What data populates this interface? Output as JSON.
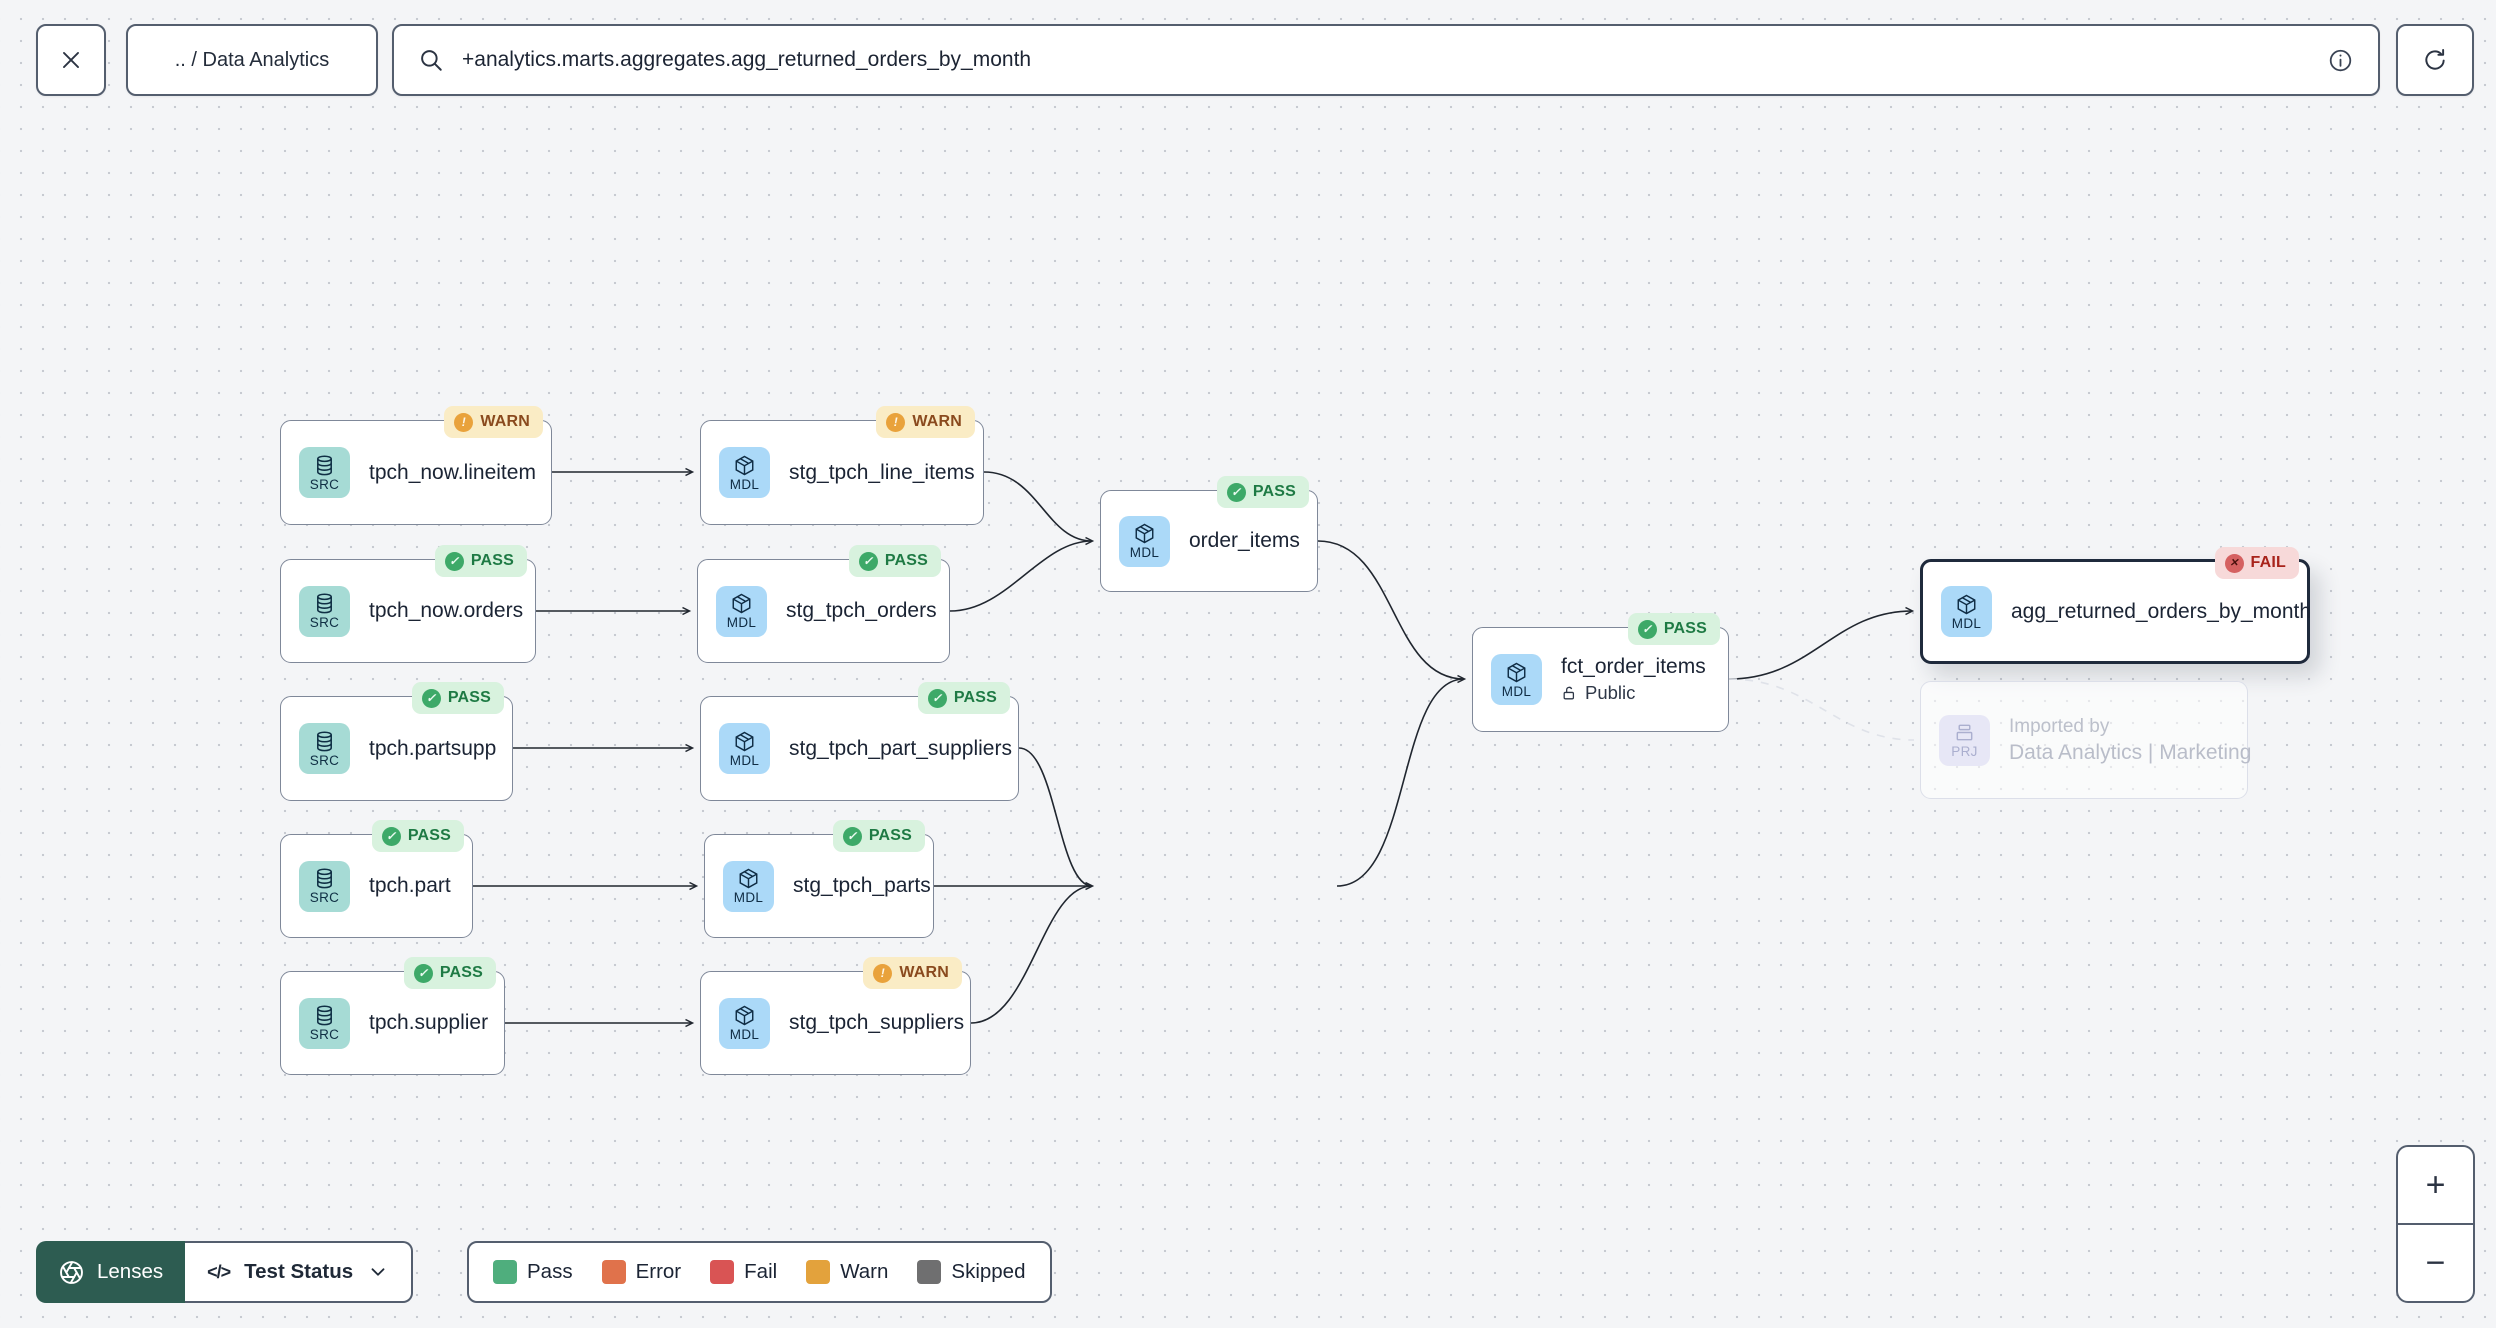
{
  "topbar": {
    "breadcrumb": ".. / Data Analytics",
    "search_value": "+analytics.marts.aggregates.agg_returned_orders_by_month"
  },
  "graph": {
    "nodes": [
      {
        "kind": "SRC",
        "label": "tpch_now.lineitem",
        "status": "WARN",
        "icon": "database"
      },
      {
        "kind": "MDL",
        "label": "stg_tpch_line_items",
        "status": "WARN",
        "icon": "cube"
      },
      {
        "kind": "SRC",
        "label": "tpch_now.orders",
        "status": "PASS",
        "icon": "database"
      },
      {
        "kind": "MDL",
        "label": "stg_tpch_orders",
        "status": "PASS",
        "icon": "cube"
      },
      {
        "kind": "SRC",
        "label": "tpch.partsupp",
        "status": "PASS",
        "icon": "database"
      },
      {
        "kind": "MDL",
        "label": "stg_tpch_part_suppliers",
        "status": "PASS",
        "icon": "cube"
      },
      {
        "kind": "SRC",
        "label": "tpch.part",
        "status": "PASS",
        "icon": "database"
      },
      {
        "kind": "MDL",
        "label": "stg_tpch_parts",
        "status": "PASS",
        "icon": "cube"
      },
      {
        "kind": "SRC",
        "label": "tpch.supplier",
        "status": "PASS",
        "icon": "database"
      },
      {
        "kind": "MDL",
        "label": "stg_tpch_suppliers",
        "status": "WARN",
        "icon": "cube"
      },
      {
        "kind": "MDL",
        "label": "order_items",
        "status": "PASS",
        "icon": "cube"
      },
      {
        "kind": "MDL",
        "label": "fct_order_items",
        "status": "PASS",
        "access": "Public",
        "icon": "cube"
      },
      {
        "kind": "MDL",
        "label": "agg_returned_orders_by_month",
        "status": "FAIL",
        "selected": true,
        "icon": "cube"
      },
      {
        "kind": "PRJ",
        "label": "Imported by",
        "sublabel": "Data Analytics | Marketing",
        "icon": "project",
        "faded": true
      }
    ]
  },
  "toolbar": {
    "lenses_label": "Lenses",
    "code_glyph": "</>",
    "lens_selected": "Test Status"
  },
  "legend": {
    "items": [
      {
        "label": "Pass",
        "color": "#4fae7d"
      },
      {
        "label": "Error",
        "color": "#e0724b"
      },
      {
        "label": "Fail",
        "color": "#d95454"
      },
      {
        "label": "Warn",
        "color": "#e3a23c"
      },
      {
        "label": "Skipped",
        "color": "#6f6f70"
      }
    ]
  },
  "zoom_controls": {
    "zoom_in": "+",
    "zoom_out": "−"
  },
  "status_colors": {
    "pass_badge_bg": "#d8f2de",
    "pass_text": "#1e7a44",
    "warn_badge_bg": "#faecc5",
    "warn_text": "#8a4a1e",
    "fail_badge_bg": "#f7d9d9",
    "fail_text": "#a8231b"
  }
}
